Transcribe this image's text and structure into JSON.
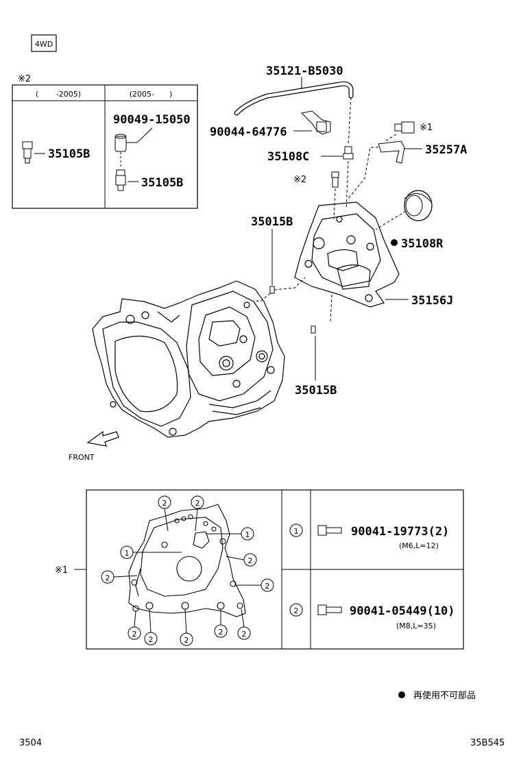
{
  "badge": "4WD",
  "inset": {
    "note_mark": "※2",
    "col1_header": "(　　 -2005)",
    "col2_header": "(2005-　　)",
    "left_part": "35105B",
    "right_top_part": "90049-15050",
    "right_bottom_part": "35105B"
  },
  "parts": {
    "hose": "35121-B5030",
    "clip": "90044-64776",
    "breather": "35108C",
    "bracket": "35257A",
    "note1": "※1",
    "note2": "※2",
    "pin_upper": "35015B",
    "seal": "35108R",
    "case": "35156J",
    "pin_lower": "35015B"
  },
  "front_label": "FRONT",
  "bolt_table": {
    "marker": "※1",
    "rows": [
      {
        "symbol": "①",
        "part": "90041-19773(2)",
        "spec": "(M6,L=12)"
      },
      {
        "symbol": "②",
        "part": "90041-05449(10)",
        "spec": "(M8,L=35)"
      }
    ],
    "callouts": [
      "1",
      "2"
    ]
  },
  "legend": {
    "symbol": "●",
    "text": "再使用不可部品"
  },
  "footer": {
    "left": "3504",
    "right": "35B545"
  }
}
